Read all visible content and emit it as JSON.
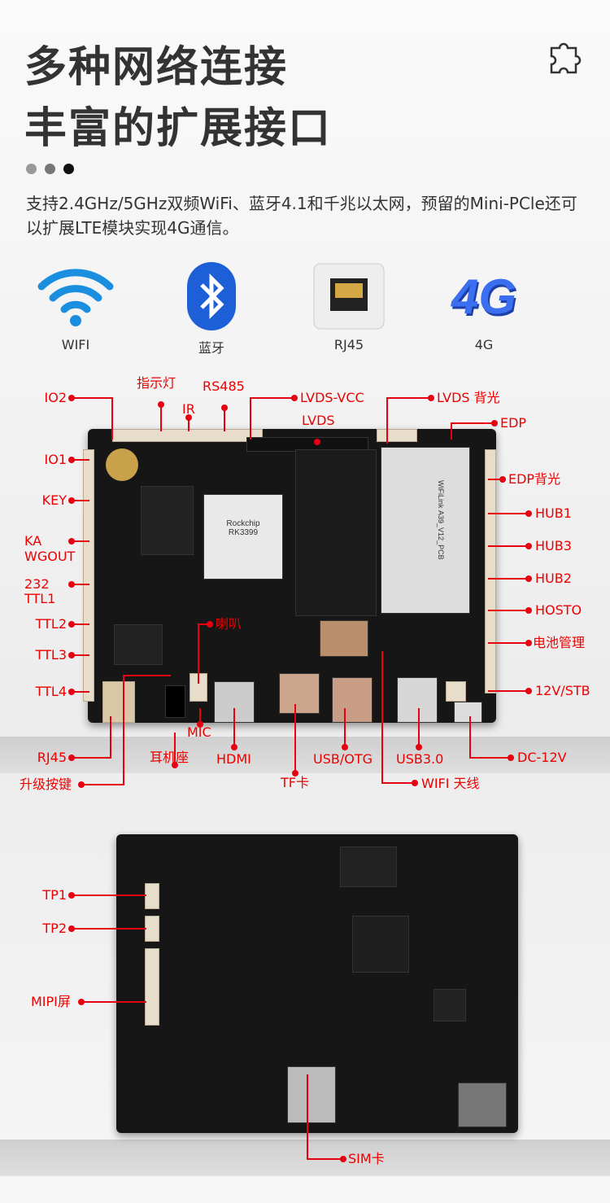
{
  "header": {
    "title_line1": "多种网络连接",
    "title_line2": "丰富的扩展接口",
    "description": "支持2.4GHz/5GHz双频WiFi、蓝牙4.1和千兆以太网，预留的Mini-PCle还可以扩展LTE模块实现4G通信。"
  },
  "features": [
    {
      "label": "WIFI",
      "icon": "wifi-icon"
    },
    {
      "label": "蓝牙",
      "icon": "bluetooth-icon"
    },
    {
      "label": "RJ45",
      "icon": "ethernet-port-icon"
    },
    {
      "label": "4G",
      "icon": "4g-icon"
    }
  ],
  "board_front": {
    "chip_brand": "Rockchip",
    "chip_model": "RK3399",
    "module_text": "WiFiLink",
    "pcb_text": "A39_V12_PCB",
    "labels": {
      "io2": "IO2",
      "indicator": "指示灯",
      "ir": "IR",
      "rs485": "RS485",
      "lvds_vcc": "LVDS-VCC",
      "lvds": "LVDS",
      "lvds_backlight": "LVDS 背光",
      "edp": "EDP",
      "io1": "IO1",
      "key": "KEY",
      "ka": "KA",
      "wgout": "WGOUT",
      "r232": "232",
      "ttl1": "TTL1",
      "ttl2": "TTL2",
      "ttl3": "TTL3",
      "ttl4": "TTL4",
      "edp_backlight": "EDP背光",
      "hub1": "HUB1",
      "hub3": "HUB3",
      "hub2": "HUB2",
      "hosto": "HOSTO",
      "battery": "电池管理",
      "stb": "12V/STB",
      "speaker": "喇叭",
      "mic": "MIC",
      "rj45": "RJ45",
      "upgrade": "升级按键",
      "earphone": "耳机座",
      "hdmi": "HDMI",
      "tf": "TF卡",
      "usb_otg": "USB/OTG",
      "usb3": "USB3.0",
      "wifi_antenna": "WIFI 天线",
      "dc": "DC-12V"
    }
  },
  "board_back": {
    "labels": {
      "tp1": "TP1",
      "tp2": "TP2",
      "mipi": "MIPI屏",
      "sim": "SIM卡"
    }
  },
  "colors": {
    "accent": "#e60012",
    "title": "#333333"
  }
}
